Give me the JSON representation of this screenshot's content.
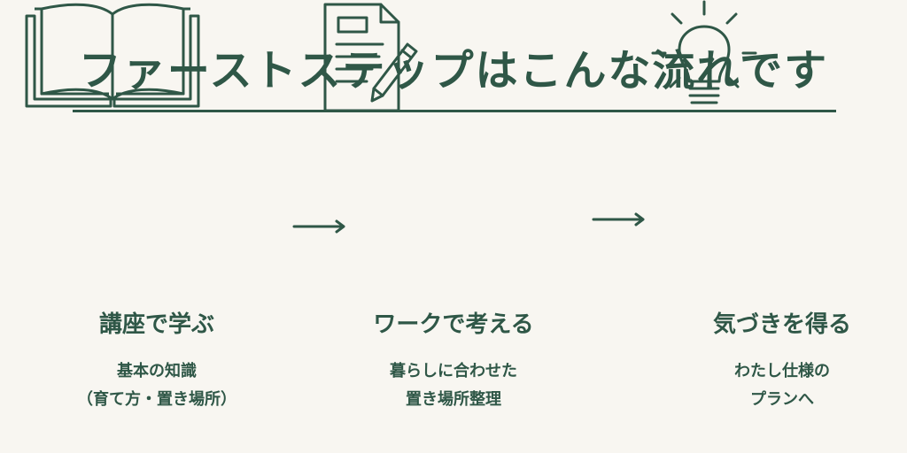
{
  "title": "ファーストステップはこんな流れです",
  "steps": [
    {
      "icon": "open-book-icon",
      "title": "講座で学ぶ",
      "description": "基本の知識\n（育て方・置き場所）"
    },
    {
      "icon": "document-pencil-icon",
      "title": "ワークで考える",
      "description": "暮らしに合わせた\n置き場所整理"
    },
    {
      "icon": "light-bulb-icon",
      "title": "気づきを得る",
      "description": "わたし仕様の\nプランへ"
    }
  ],
  "colors": {
    "accent": "#2f5747",
    "background": "#f8f6f1"
  }
}
